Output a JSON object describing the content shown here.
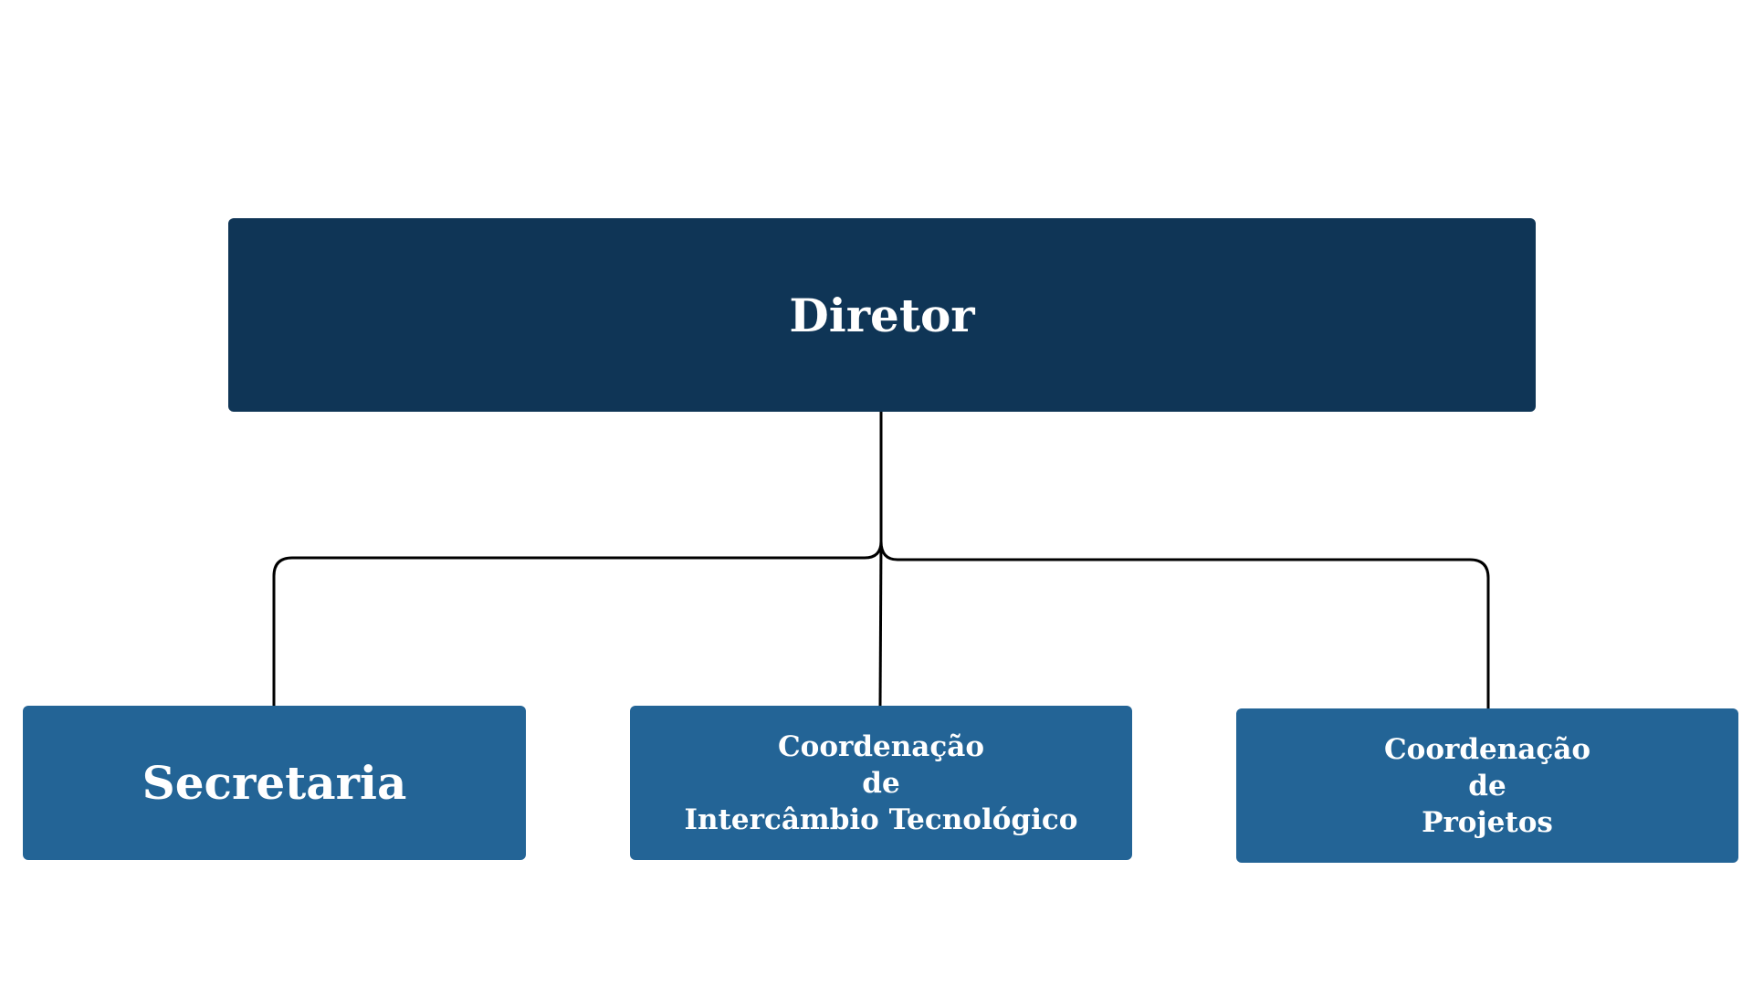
{
  "diagram": {
    "root": {
      "label": "Diretor",
      "color": "#0f3556"
    },
    "children": [
      {
        "lines": [
          "Secretaria"
        ],
        "color": "#236496"
      },
      {
        "lines": [
          "Coordenação",
          "de",
          "Intercâmbio Tecnológico"
        ],
        "color": "#236496"
      },
      {
        "lines": [
          "Coordenação",
          "de",
          "Projetos"
        ],
        "color": "#236496"
      }
    ],
    "connector_color": "#000000"
  }
}
